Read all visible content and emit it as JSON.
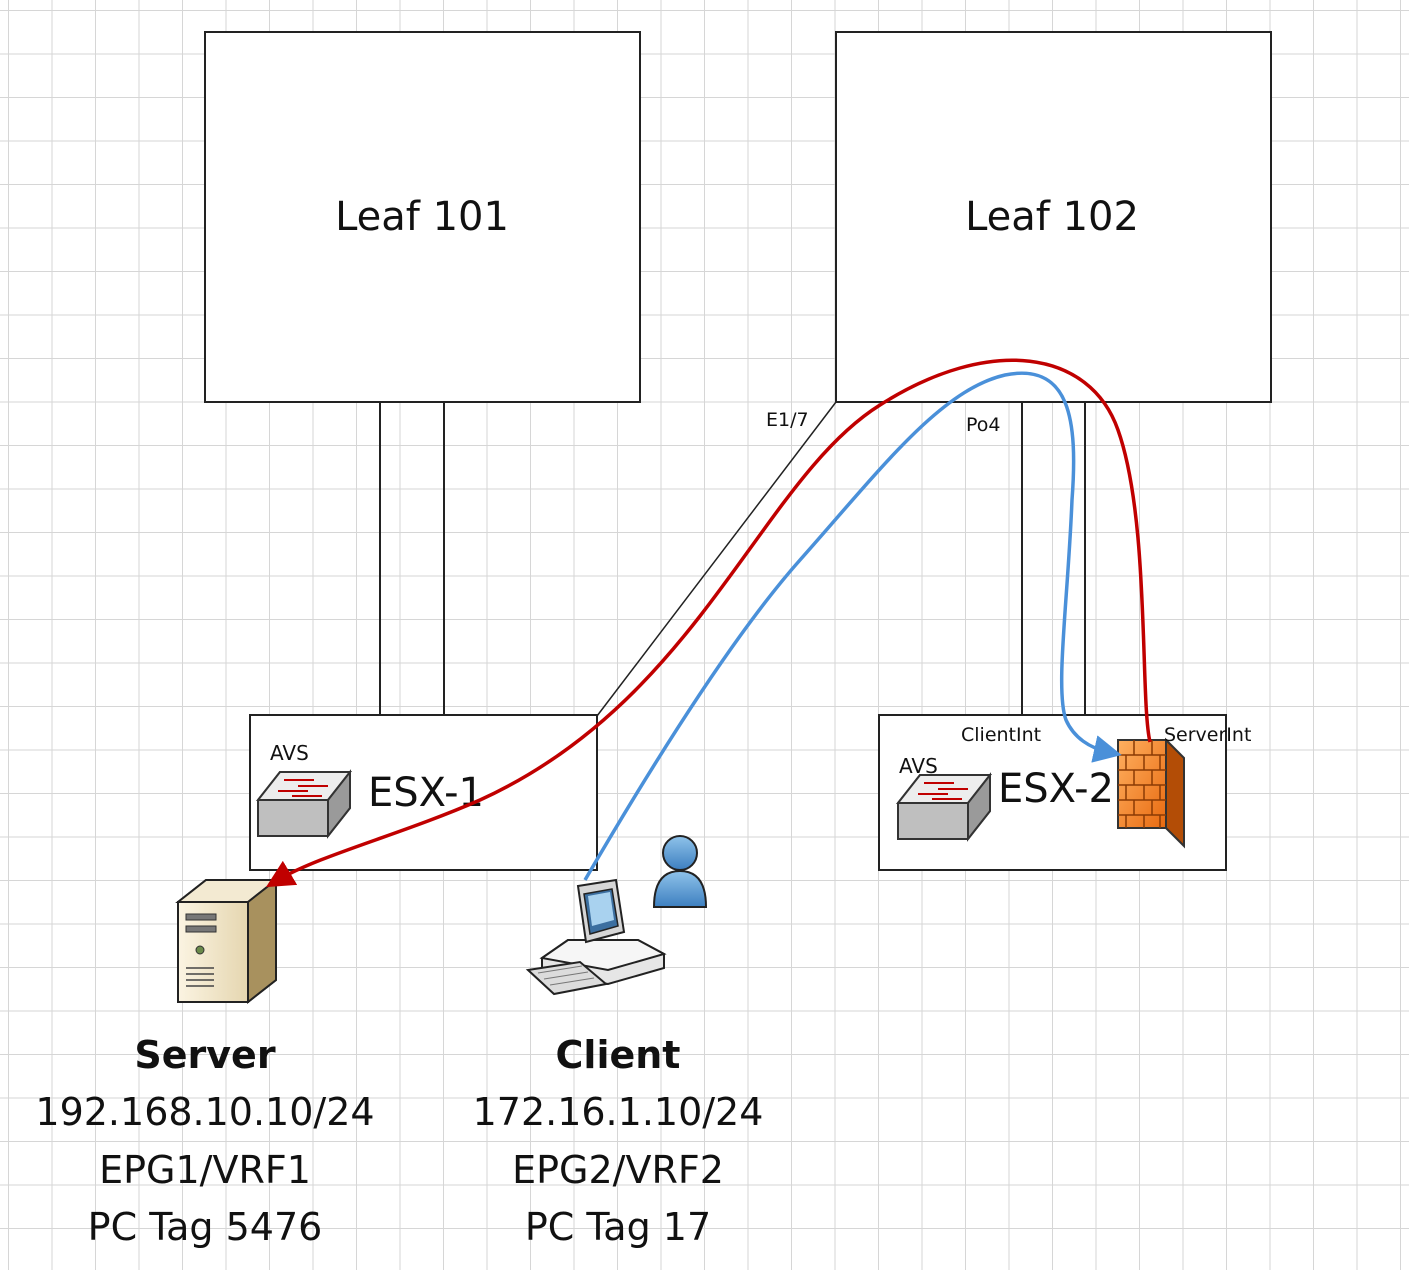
{
  "leaves": [
    {
      "label": "Leaf 101"
    },
    {
      "label": "Leaf 102"
    }
  ],
  "hosts": [
    {
      "label": "ESX-1",
      "switch_label": "AVS"
    },
    {
      "label": "ESX-2",
      "switch_label": "AVS"
    }
  ],
  "ports": {
    "e17": "E1/7",
    "po4": "Po4",
    "client_int": "ClientInt",
    "server_int": "ServerInt"
  },
  "server": {
    "name": "Server",
    "ip": "192.168.10.10/24",
    "epg": "EPG1/VRF1",
    "pctag": "PC Tag 5476"
  },
  "client": {
    "name": "Client",
    "ip": "172.16.1.10/24",
    "epg": "EPG2/VRF2",
    "pctag": "PC Tag 17"
  },
  "icons": {
    "switch": "switch-icon",
    "firewall": "firewall-icon",
    "server": "server-icon",
    "workstation": "workstation-icon",
    "user": "user-icon"
  },
  "colors": {
    "return_path": "#c00000",
    "forward_path": "#4a90d9",
    "firewall": "#f28c28"
  }
}
